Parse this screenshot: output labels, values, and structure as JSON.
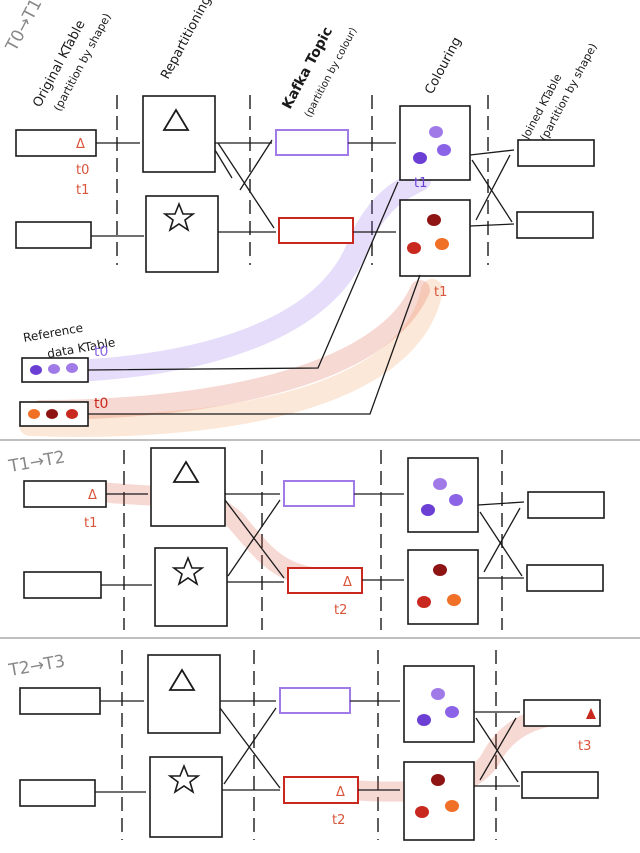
{
  "colors": {
    "ink": "#1a1a1a",
    "purple": "#a07be8",
    "purple_dark": "#6b3fd4",
    "red": "#c8281e",
    "dark_red": "#8e1414",
    "orange": "#f07028",
    "annotation": "#d9543a",
    "section_label": "#888888"
  },
  "headers": {
    "original_line1": "Original KTable",
    "original_line2": "(partition by shape)",
    "repartitioning": "Repartitioning",
    "kafka_topic": "Kafka Topic",
    "kafka_topic_sub": "(partition by colour)",
    "colouring": "Colouring",
    "joined_line1": "Joined KTable",
    "joined_line2": "(partition by shape)"
  },
  "sections": [
    {
      "label": "T0→T1",
      "annotations": {
        "t0": "t0",
        "t1": "t1",
        "purple_t1": "t1",
        "red_t1": "t1"
      },
      "reference": {
        "label_line1": "Reference",
        "label_line2": "data KTable",
        "purple_time": "t0",
        "red_time": "t0"
      },
      "record_symbol": "Δ"
    },
    {
      "label": "T1→T2",
      "annotations": {
        "t1": "t1",
        "t2": "t2"
      },
      "record_symbol": "Δ"
    },
    {
      "label": "T2→T3",
      "annotations": {
        "t2": "t2",
        "t3": "t3"
      },
      "record_symbol": "Δ"
    }
  ]
}
